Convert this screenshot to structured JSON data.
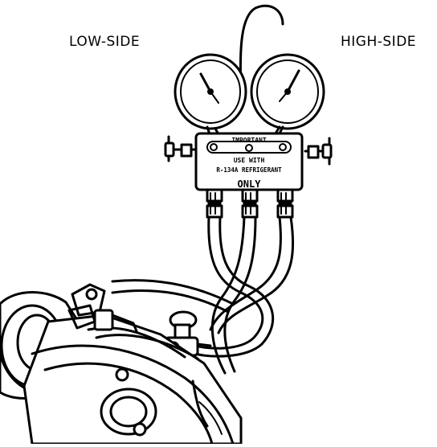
{
  "labels": {
    "low_side": "LOW-SIDE",
    "high_side": "HIGH-SIDE"
  },
  "manifold_plate": {
    "line1": "IMPORTANT",
    "line2": "USE WITH",
    "line3": "R-134A REFRIGERANT",
    "line4": "ONLY"
  },
  "colors": {
    "ink": "#000000",
    "paper": "#ffffff"
  }
}
